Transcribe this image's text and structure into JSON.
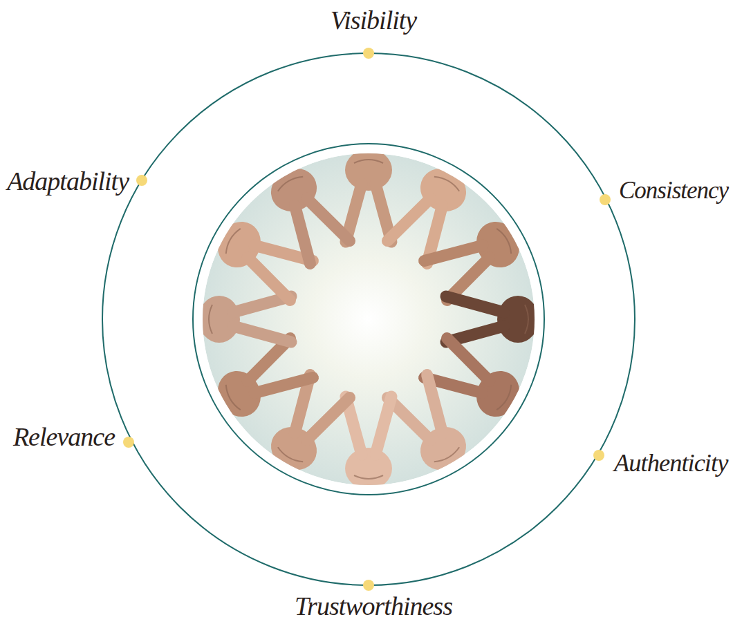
{
  "diagram": {
    "labels": [
      "Visibility",
      "Consistency",
      "Authenticity",
      "Trustworthiness",
      "Relevance",
      "Adaptability"
    ]
  }
}
